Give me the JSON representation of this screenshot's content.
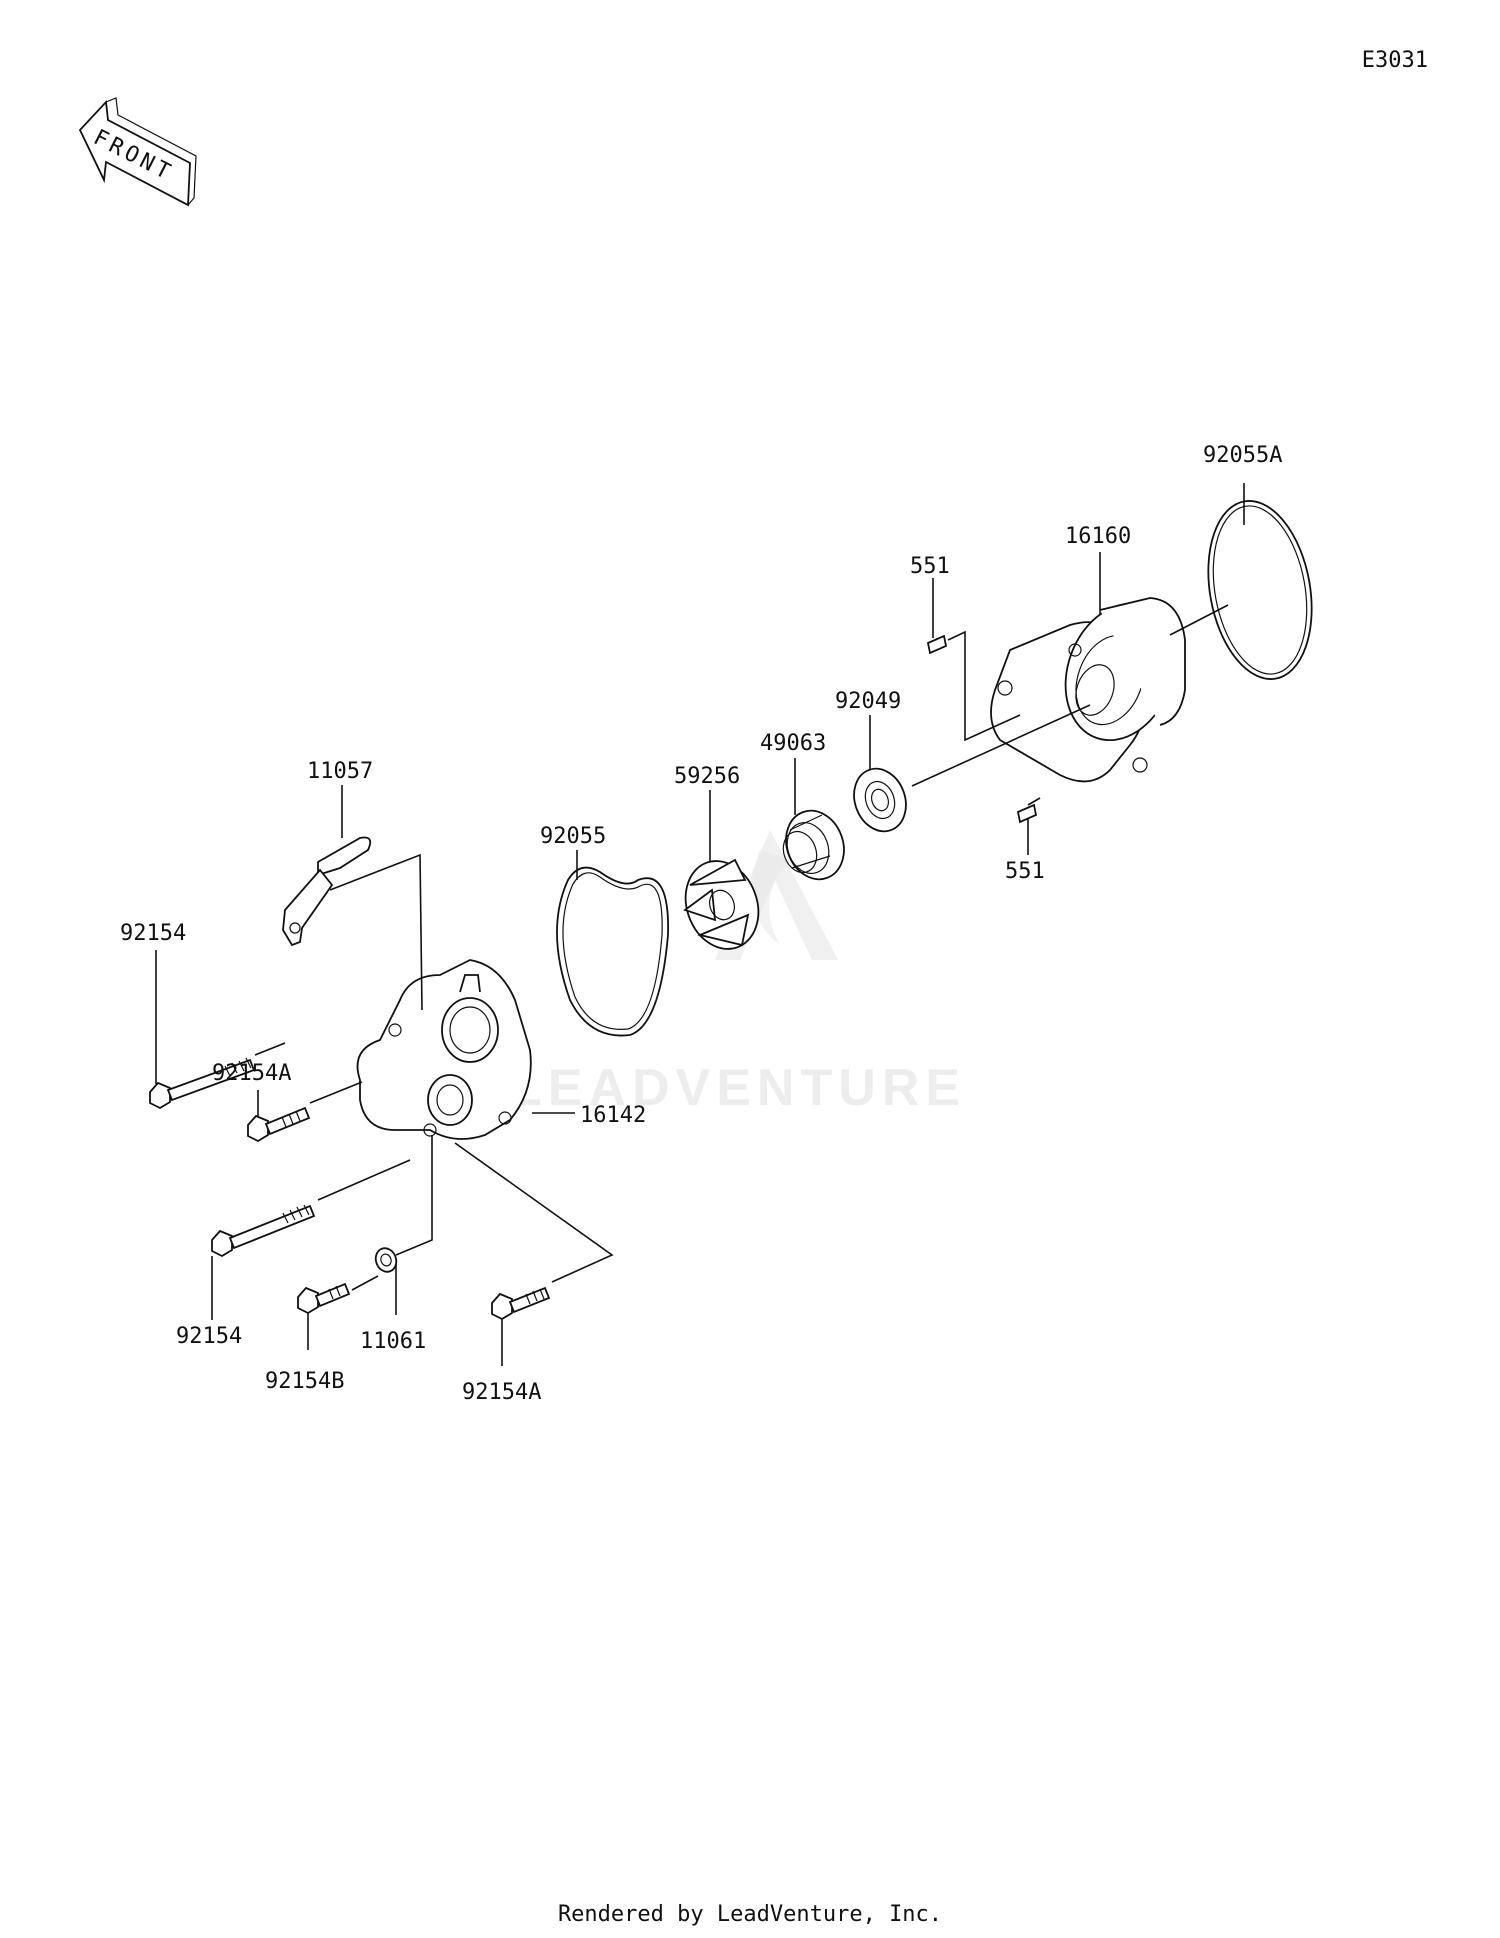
{
  "diagram_code": "E3031",
  "front_arrow": {
    "label": "FRONT",
    "icon": "front-direction-arrow-icon"
  },
  "watermark": {
    "text": "LEADVENTURE",
    "icon": "leadventure-logo-icon",
    "color": "#e6e6e6"
  },
  "footer": "Rendered by LeadVenture, Inc.",
  "parts": [
    {
      "id": "p-92055A",
      "label": "92055A",
      "icon": "o-ring-icon"
    },
    {
      "id": "p-16160",
      "label": "16160",
      "icon": "pump-body-icon"
    },
    {
      "id": "p-551-top",
      "label": "551",
      "icon": "dowel-pin-icon"
    },
    {
      "id": "p-551-bottom",
      "label": "551",
      "icon": "dowel-pin-icon"
    },
    {
      "id": "p-92049",
      "label": "92049",
      "icon": "oil-seal-icon"
    },
    {
      "id": "p-49063",
      "label": "49063",
      "icon": "mechanical-seal-icon"
    },
    {
      "id": "p-59256",
      "label": "59256",
      "icon": "impeller-icon"
    },
    {
      "id": "p-92055",
      "label": "92055",
      "icon": "o-ring-icon"
    },
    {
      "id": "p-11057",
      "label": "11057",
      "icon": "bracket-icon"
    },
    {
      "id": "p-92154-top",
      "label": "92154",
      "icon": "bolt-icon"
    },
    {
      "id": "p-92154A-top",
      "label": "92154A",
      "icon": "bolt-icon"
    },
    {
      "id": "p-16142",
      "label": "16142",
      "icon": "pump-cover-icon"
    },
    {
      "id": "p-92154-bottom",
      "label": "92154",
      "icon": "bolt-icon"
    },
    {
      "id": "p-92154B",
      "label": "92154B",
      "icon": "bolt-icon"
    },
    {
      "id": "p-11061",
      "label": "11061",
      "icon": "washer-icon"
    },
    {
      "id": "p-92154A-bottom",
      "label": "92154A",
      "icon": "bolt-icon"
    }
  ]
}
